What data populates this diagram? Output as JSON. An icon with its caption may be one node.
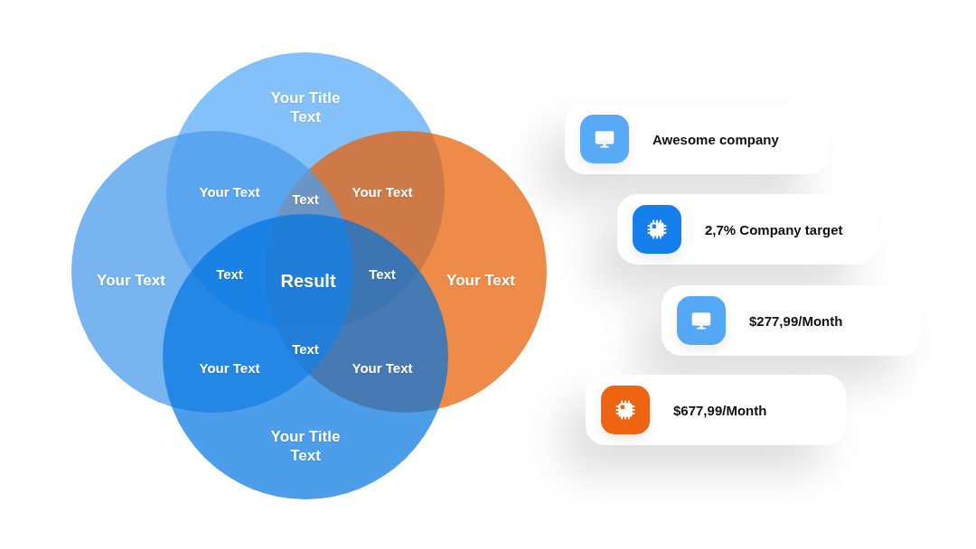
{
  "diagram": {
    "nodes": [
      {
        "text": [
          "Your Title Text"
        ]
      },
      {
        "text": [
          "Your Text"
        ]
      },
      {
        "text": [
          "Your Text"
        ]
      },
      {
        "text": [
          "Your Title Text"
        ]
      },
      {
        "text": [
          "Awesome company"
        ]
      },
      {
        "text": [
          "2,7% Company target"
        ]
      },
      {
        "text": [
          "$277,99/Month"
        ]
      },
      {
        "text": [
          "$677,99/Month"
        ]
      }
    ],
    "labels": [
      "Your Text",
      "Text",
      "Your Text",
      "Text",
      "Result",
      "Text",
      "Text",
      "Your Text",
      "Your Text"
    ]
  }
}
